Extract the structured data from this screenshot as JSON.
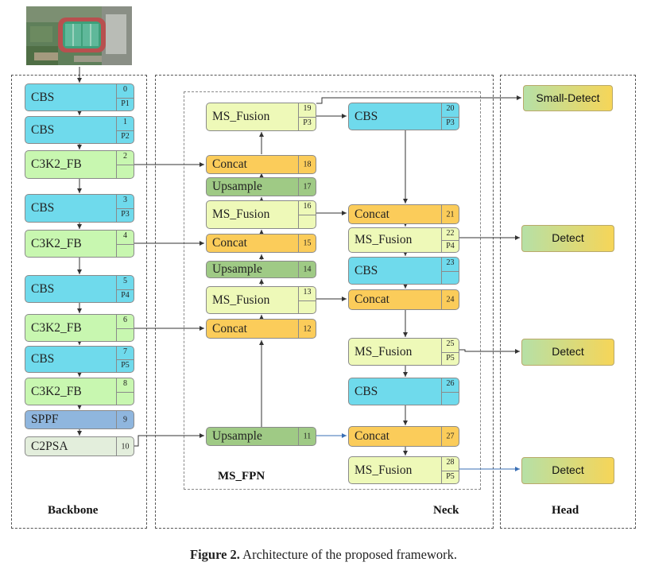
{
  "regions": {
    "backbone": "Backbone",
    "neck": "Neck",
    "head": "Head",
    "ms_fpn": "MS_FPN"
  },
  "backbone": [
    {
      "label": "CBS",
      "idx": "0",
      "sub": "P1",
      "kind": "cbs"
    },
    {
      "label": "CBS",
      "idx": "1",
      "sub": "P2",
      "kind": "cbs"
    },
    {
      "label": "C3K2_FB",
      "idx": "2",
      "sub": "",
      "kind": "c3k2"
    },
    {
      "label": "CBS",
      "idx": "3",
      "sub": "P3",
      "kind": "cbs"
    },
    {
      "label": "C3K2_FB",
      "idx": "4",
      "sub": "",
      "kind": "c3k2"
    },
    {
      "label": "CBS",
      "idx": "5",
      "sub": "P4",
      "kind": "cbs"
    },
    {
      "label": "C3K2_FB",
      "idx": "6",
      "sub": "",
      "kind": "c3k2"
    },
    {
      "label": "CBS",
      "idx": "7",
      "sub": "P5",
      "kind": "cbs"
    },
    {
      "label": "C3K2_FB",
      "idx": "8",
      "sub": "",
      "kind": "c3k2"
    },
    {
      "label": "SPPF",
      "idx": "9",
      "kind": "sppf"
    },
    {
      "label": "C2PSA",
      "idx": "10",
      "kind": "c2psa"
    }
  ],
  "fpn_left": [
    {
      "label": "MS_Fusion",
      "idx": "19",
      "sub": "P3",
      "kind": "msf"
    },
    {
      "label": "Concat",
      "idx": "18",
      "kind": "concat"
    },
    {
      "label": "Upsample",
      "idx": "17",
      "kind": "ups"
    },
    {
      "label": "MS_Fusion",
      "idx": "16",
      "sub": "",
      "kind": "msf"
    },
    {
      "label": "Concat",
      "idx": "15",
      "kind": "concat"
    },
    {
      "label": "Upsample",
      "idx": "14",
      "kind": "ups"
    },
    {
      "label": "MS_Fusion",
      "idx": "13",
      "sub": "",
      "kind": "msf"
    },
    {
      "label": "Concat",
      "idx": "12",
      "kind": "concat"
    },
    {
      "label": "Upsample",
      "idx": "11",
      "kind": "ups"
    }
  ],
  "neck_right": [
    {
      "label": "CBS",
      "idx": "20",
      "sub": "P3",
      "kind": "cbs"
    },
    {
      "label": "Concat",
      "idx": "21",
      "kind": "concat"
    },
    {
      "label": "MS_Fusion",
      "idx": "22",
      "sub": "P4",
      "kind": "msf"
    },
    {
      "label": "CBS",
      "idx": "23",
      "sub": "",
      "kind": "cbs"
    },
    {
      "label": "Concat",
      "idx": "24",
      "kind": "concat"
    },
    {
      "label": "MS_Fusion",
      "idx": "25",
      "sub": "P5",
      "kind": "msf"
    },
    {
      "label": "CBS",
      "idx": "26",
      "sub": "",
      "kind": "cbs"
    },
    {
      "label": "Concat",
      "idx": "27",
      "kind": "concat"
    },
    {
      "label": "MS_Fusion",
      "idx": "28",
      "sub": "P5",
      "kind": "msf"
    }
  ],
  "head": [
    {
      "label": "Small-Detect"
    },
    {
      "label": "Detect"
    },
    {
      "label": "Detect"
    },
    {
      "label": "Detect"
    }
  ],
  "caption": {
    "prefix": "Figure 2.",
    "text": "Architecture of the proposed framework."
  },
  "colors": {
    "cbs": "#6fdaec",
    "c3k2": "#c8f7b0",
    "sppf": "#8fb6de",
    "c2psa": "#e3eedc",
    "ms_fusion": "#eef9b8",
    "concat": "#fbcc5a",
    "upsample": "#9fca85",
    "detect_gradient_start": "#b6e0a6",
    "detect_gradient_end": "#f6d558"
  }
}
